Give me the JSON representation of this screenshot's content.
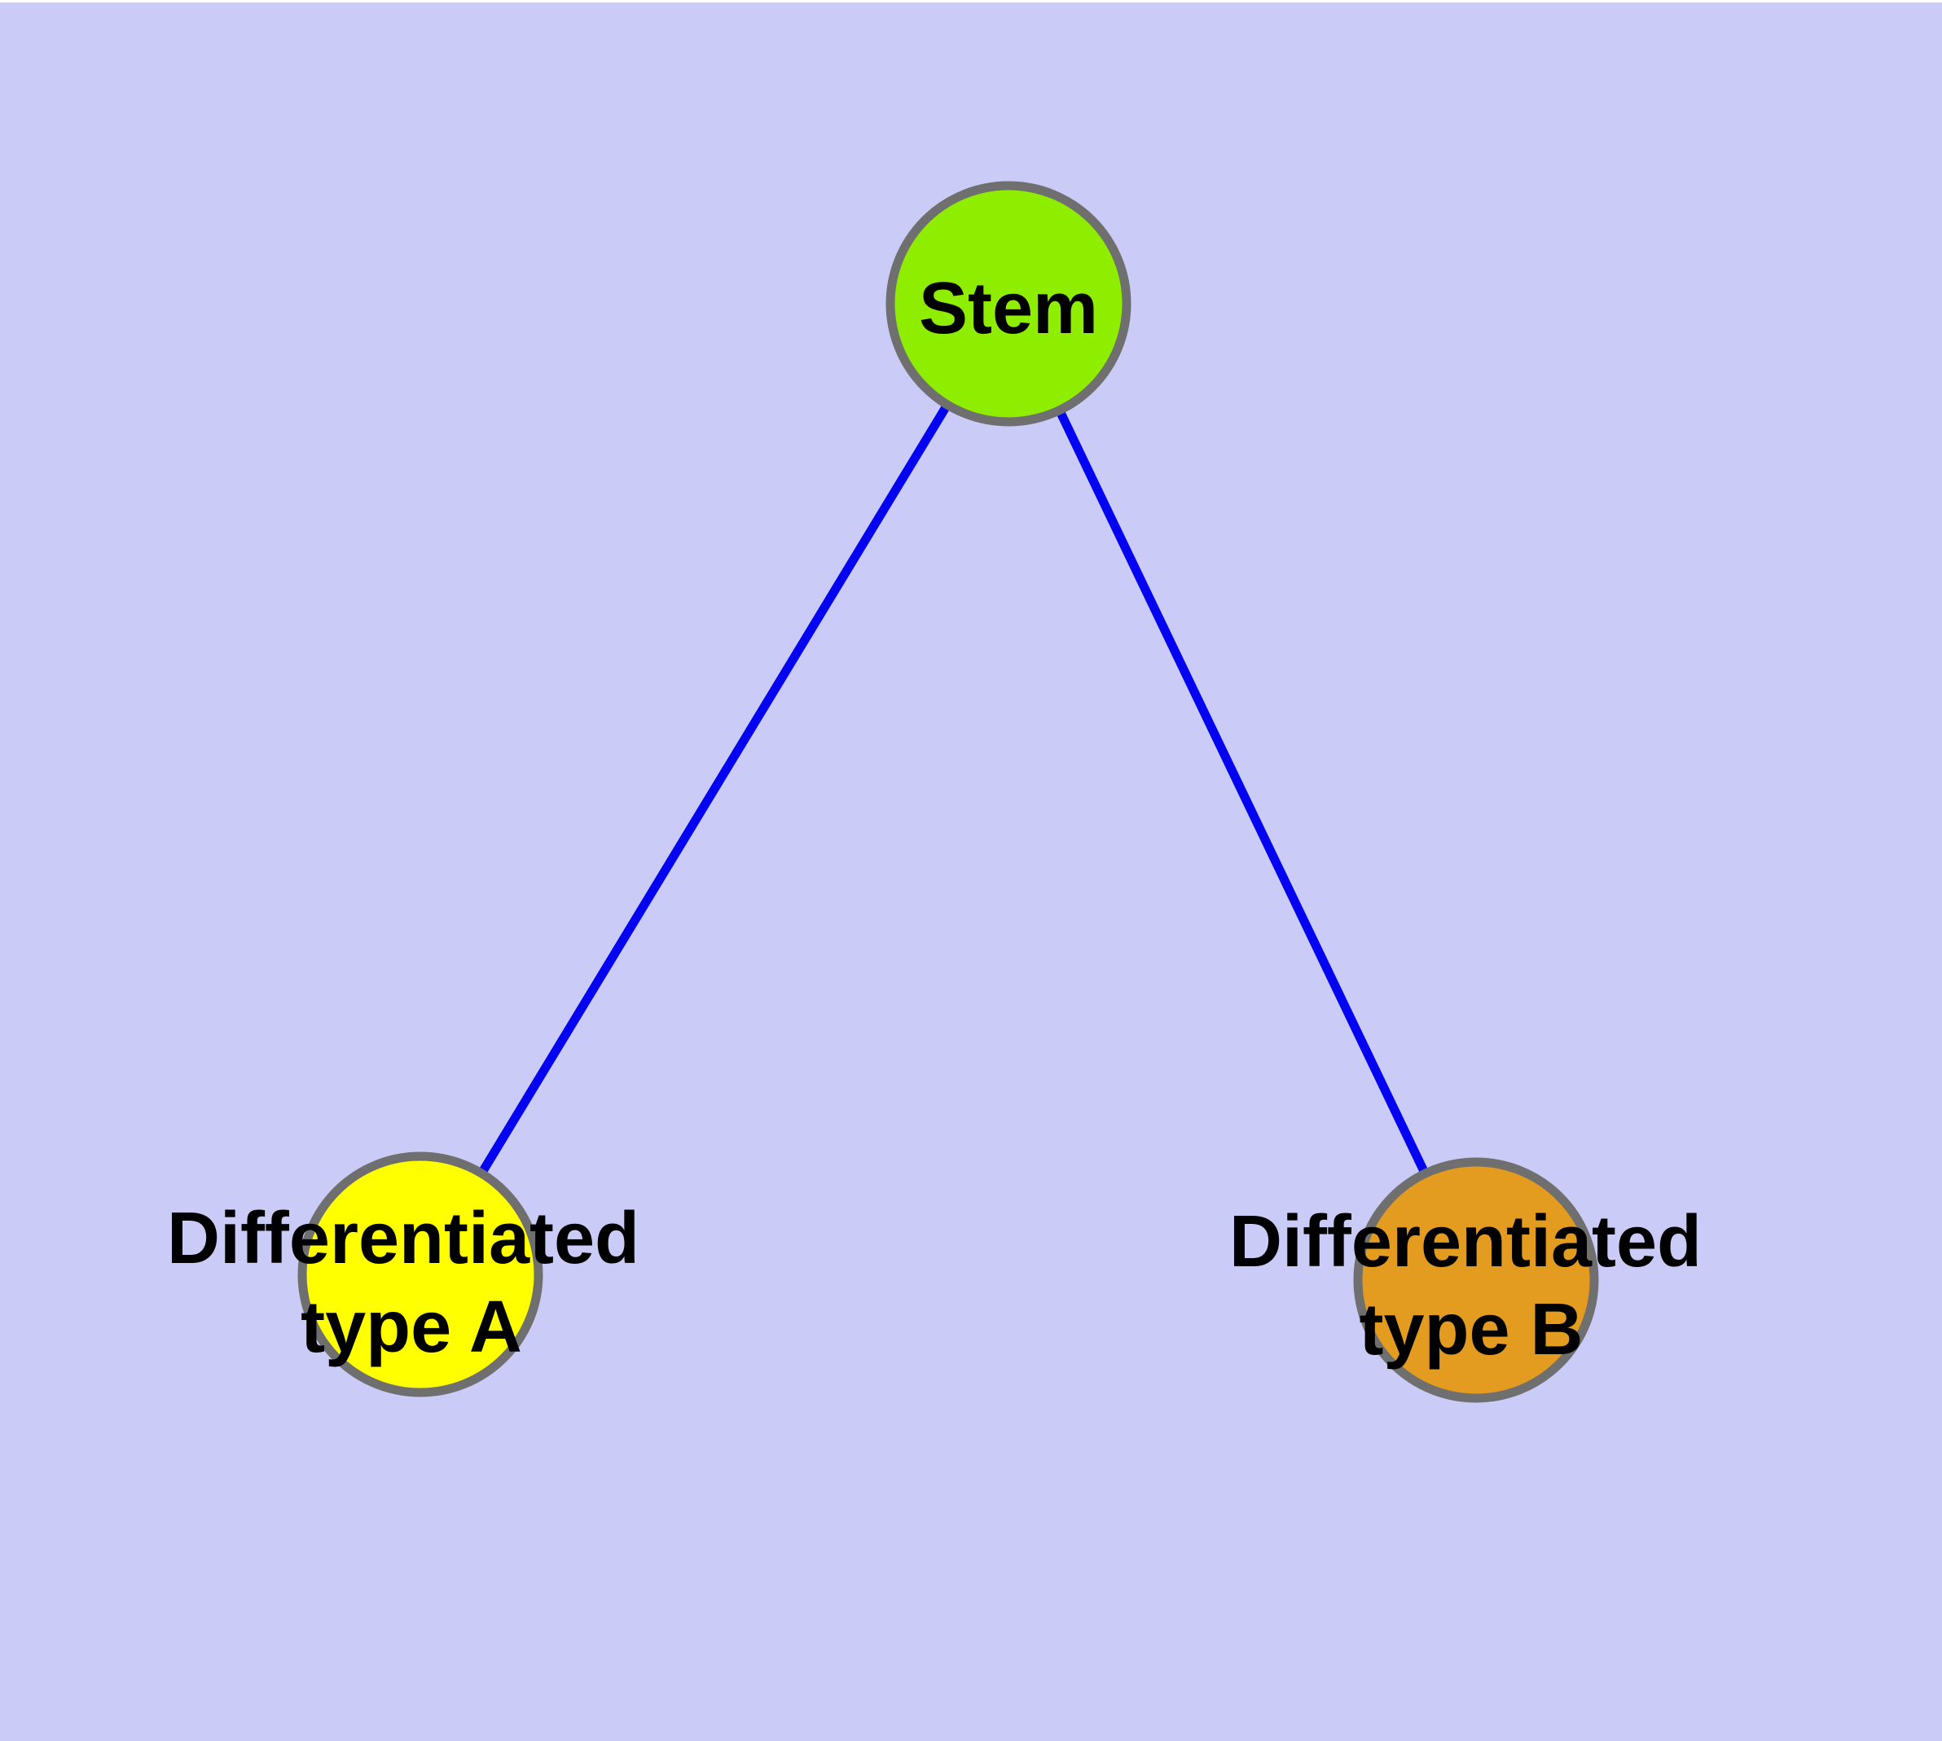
{
  "diagram": {
    "type": "graph",
    "background_color": "#CBCBF8",
    "top_strip_color": "#FFFFFF",
    "edge_color": "#0303F2",
    "node_border_color": "#6F6F6F",
    "label_color": "#000000",
    "nodes": [
      {
        "id": "stem",
        "label": "Stem",
        "fill": "#8FEE00"
      },
      {
        "id": "differentiated-type-a",
        "label": "Differentiated type A",
        "label_line1": "Differentiated",
        "label_line2": "type A",
        "fill": "#FFFF00"
      },
      {
        "id": "differentiated-type-b",
        "label": "Differentiated type B",
        "label_line1": "Differentiated",
        "label_line2": "type B",
        "fill": "#E39C20"
      }
    ],
    "edges": [
      {
        "from": "Stem",
        "to": "Differentiated type A"
      },
      {
        "from": "Stem",
        "to": "Differentiated type B"
      }
    ]
  }
}
